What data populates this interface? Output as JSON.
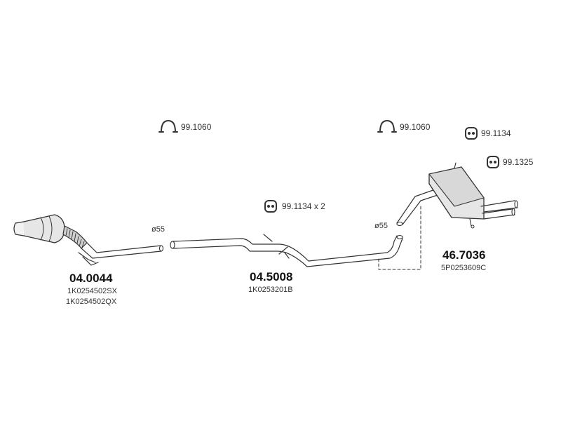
{
  "parts": {
    "front_pipe": {
      "number": "04.0044",
      "oem_1": "1K0254502SX",
      "oem_2": "1K0254502QX"
    },
    "middle_pipe": {
      "number": "04.5008",
      "oem_1": "1K0253201B"
    },
    "rear_silencer": {
      "number": "46.7036",
      "oem_1": "5P0253609C"
    }
  },
  "accessories": {
    "clamp_1": {
      "code": "99.1060",
      "icon": "clamp-icon"
    },
    "clamp_2": {
      "code": "99.1060",
      "icon": "clamp-icon"
    },
    "hanger_1": {
      "code": "99.1134",
      "icon": "rubber-hanger-icon"
    },
    "hanger_2": {
      "code": "99.1325",
      "icon": "rubber-hanger-icon"
    },
    "hanger_mid": {
      "code": "99.1134 x 2",
      "icon": "rubber-hanger-icon"
    }
  },
  "diameters": {
    "d1": "ø55",
    "d2": "ø55"
  },
  "colors": {
    "line": "#333333",
    "fill": "#e6e6e6",
    "background": "#ffffff"
  }
}
